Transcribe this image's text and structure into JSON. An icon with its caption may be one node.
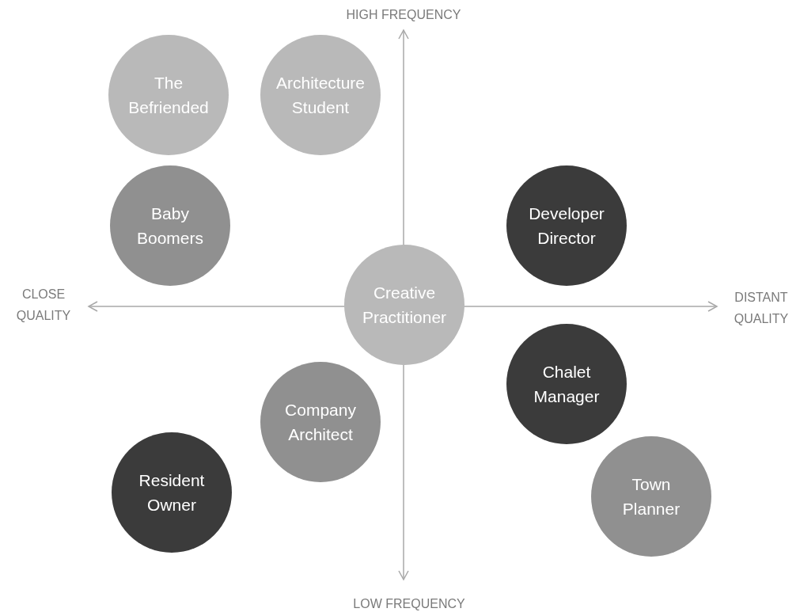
{
  "diagram": {
    "nodes": [
      {
        "text": [
          "The Befriended"
        ]
      },
      {
        "text": [
          "Architecture Student"
        ]
      },
      {
        "text": [
          "Baby Boomers"
        ]
      },
      {
        "text": [
          "Developer Director"
        ]
      },
      {
        "text": [
          "Creative Practitioner"
        ]
      },
      {
        "text": [
          "Chalet Manager"
        ]
      },
      {
        "text": [
          "Company Architect"
        ]
      },
      {
        "text": [
          "Resident Owner"
        ]
      },
      {
        "text": [
          "Town Planner"
        ]
      }
    ],
    "labels": [
      "HIGH FREQUENCY",
      "CLOSE QUALITY",
      "DISTANT QUALITY",
      "LOW FREQUENCY"
    ]
  }
}
